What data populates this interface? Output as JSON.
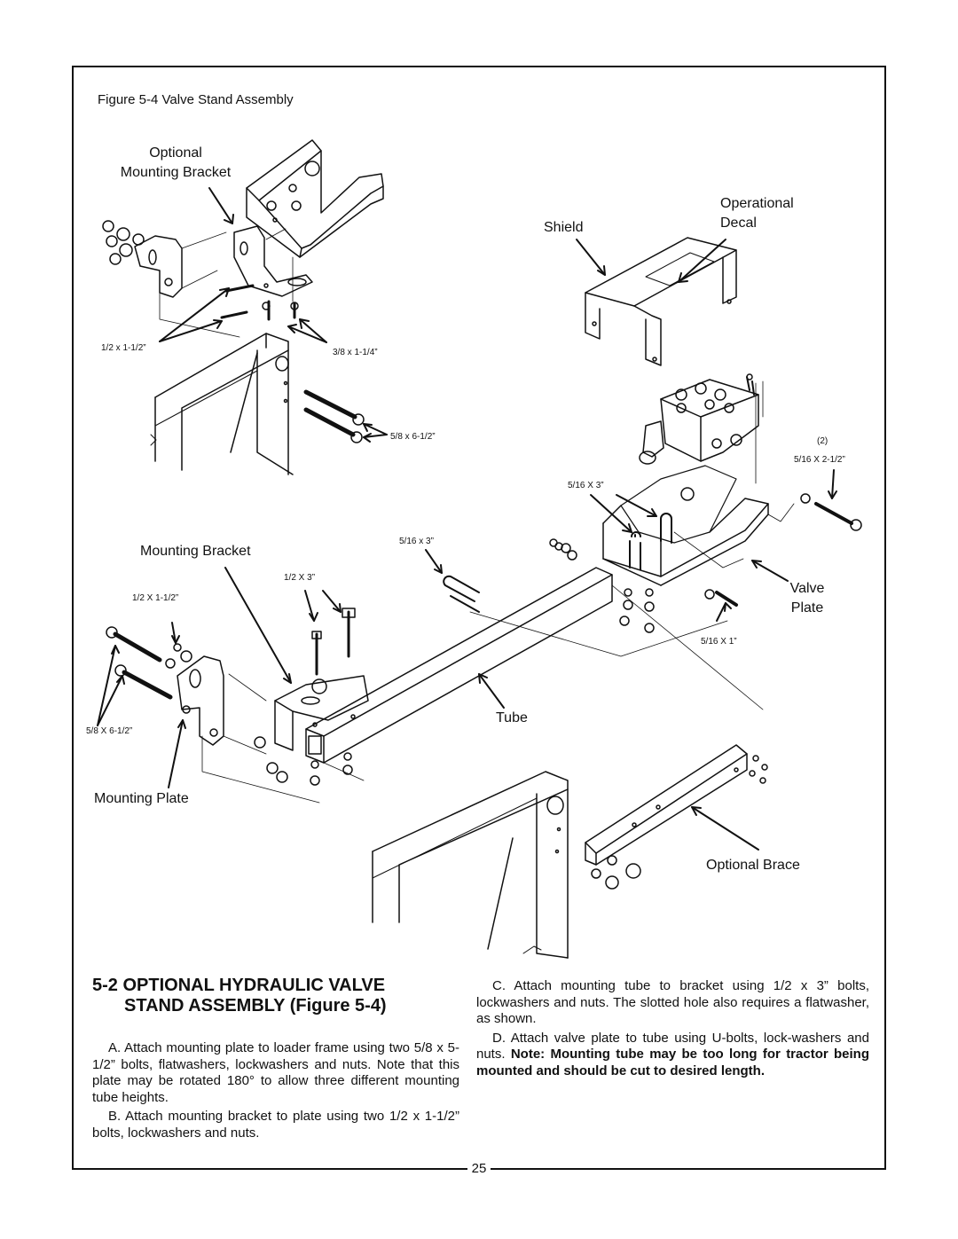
{
  "figure": {
    "title": "Figure 5-4  Valve Stand Assembly",
    "labels": {
      "optional_mounting_bracket": [
        "Optional",
        "Mounting Bracket"
      ],
      "shield": "Shield",
      "operational_decal": [
        "Operational",
        "Decal"
      ],
      "mounting_bracket": "Mounting Bracket",
      "valve_plate": [
        "Valve",
        "Plate"
      ],
      "tube": "Tube",
      "mounting_plate": "Mounting Plate",
      "optional_brace": "Optional Brace"
    },
    "callouts": {
      "bolt_half_x_1_5_top": "1/2 x 1-1/2”",
      "bolt_3_8_x_1_25": "3/8 x 1-1/4”",
      "bolt_5_8_x_6_5_top": "5/8 x 6-1/2”",
      "qty_2": "(2)",
      "bolt_5_16_x_2_5": "5/16 X 2-1/2”",
      "ubolt_5_16_x_3_upper": "5/16 X 3”",
      "ubolt_5_16_x_3_lower": "5/16 x 3”",
      "bolt_half_x_3": "1/2 X 3”",
      "bolt_half_x_1_5_bottom": "1/2 X 1-1/2”",
      "bolt_5_16_x_1": "5/16 X 1”",
      "bolt_5_8_x_6_5_bottom": "5/8 X 6-1/2”"
    }
  },
  "section": {
    "heading_line1": "5-2 OPTIONAL HYDRAULIC VALVE",
    "heading_line2": "STAND ASSEMBLY (Figure 5-4)",
    "para_a": "A. Attach mounting plate to loader frame using two 5/8 x 5-1/2” bolts, flatwashers, lockwashers and nuts. Note that this plate may be rotated 180° to allow three different mounting tube heights.",
    "para_b": "B. Attach mounting bracket to plate using two 1/2 x 1-1/2” bolts, lockwashers and nuts.",
    "para_c": "C. Attach mounting tube to bracket using 1/2 x 3” bolts, lockwashers and nuts. The slotted hole also requires a flatwasher, as shown.",
    "para_d_text": "D. Attach valve plate to tube using U-bolts, lock-washers and nuts.",
    "para_d_note": "Note: Mounting tube may be too long for tractor being mounted and should be cut to desired length."
  },
  "page_number": "25"
}
